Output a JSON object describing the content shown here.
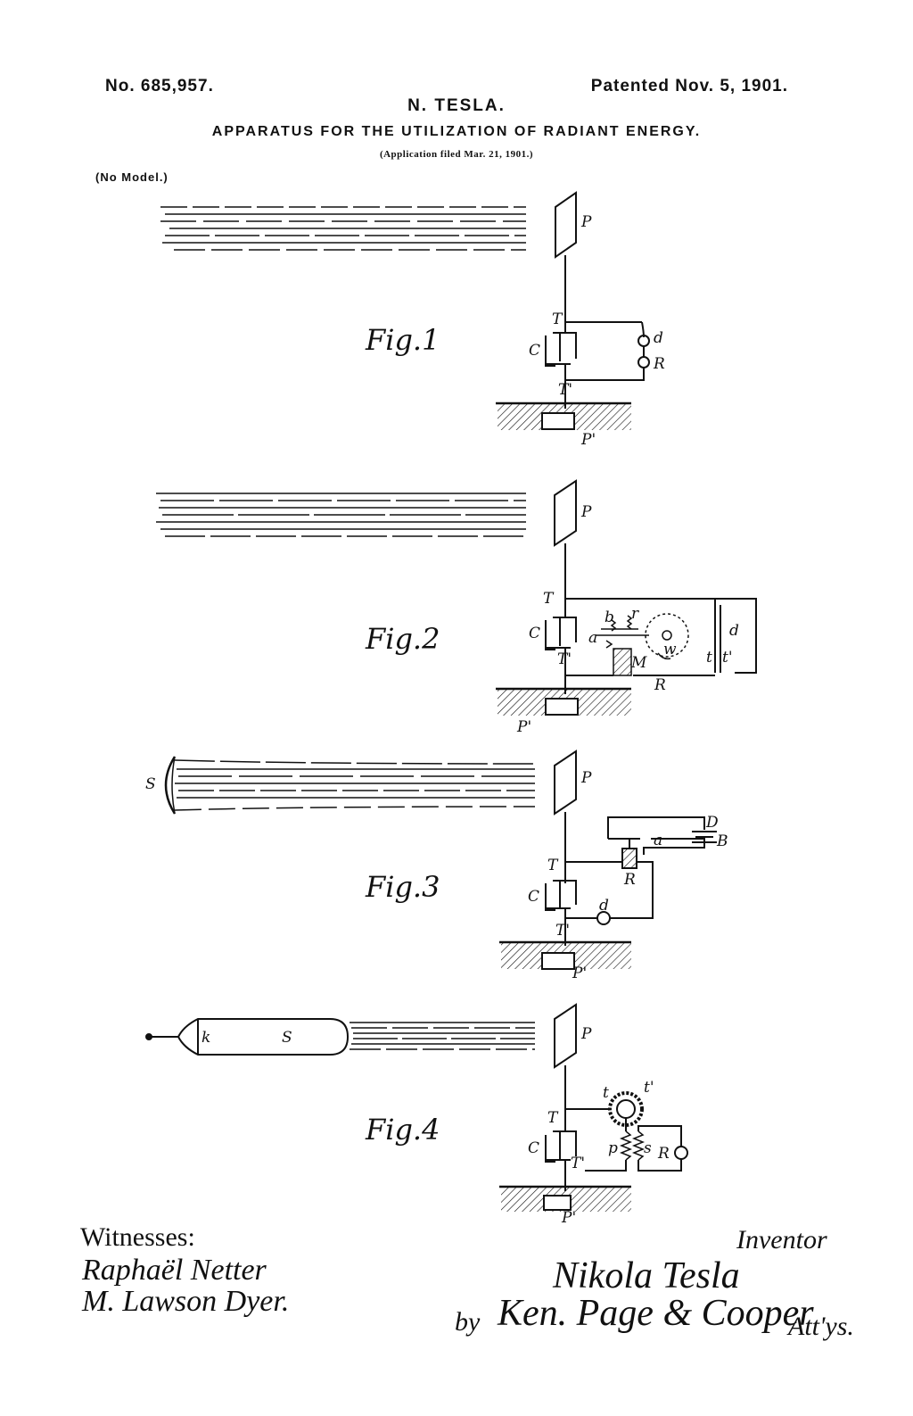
{
  "header": {
    "patent_number": "No. 685,957.",
    "patent_date": "Patented Nov. 5, 1901.",
    "inventor_name": "N. TESLA.",
    "title": "APPARATUS FOR THE UTILIZATION OF RADIANT ENERGY.",
    "application": "(Application filed Mar. 21, 1901.)",
    "model_note": "(No Model.)"
  },
  "figures": {
    "fig1": {
      "label": "Fig.1",
      "parts": {
        "P": "P",
        "T": "T",
        "C": "C",
        "d": "d",
        "R": "R",
        "T2": "T'",
        "P2": "P'"
      }
    },
    "fig2": {
      "label": "Fig.2",
      "parts": {
        "P": "P",
        "T": "T",
        "C": "C",
        "a": "a",
        "b": "b",
        "r": "r",
        "w": "w",
        "M": "M",
        "T2": "T'",
        "R": "R",
        "P2": "P'",
        "t": "t",
        "t2": "t'",
        "d": "d"
      }
    },
    "fig3": {
      "label": "Fig.3",
      "parts": {
        "S": "S",
        "P": "P",
        "D": "D",
        "B": "B",
        "a": "a",
        "T": "T",
        "R": "R",
        "C": "C",
        "d": "d",
        "T2": "T'",
        "P2": "P'"
      }
    },
    "fig4": {
      "label": "Fig.4",
      "parts": {
        "k": "k",
        "S": "S",
        "P": "P",
        "t": "t",
        "t2": "t'",
        "T": "T",
        "C": "C",
        "p": "p",
        "s": "s",
        "R": "R",
        "T2": "T'",
        "P2": "P'"
      }
    }
  },
  "footer": {
    "witnesses_label": "Witnesses:",
    "inventor_label": "Inventor",
    "witness_signature_1": "Raphaël Netter",
    "witness_signature_2": "M. Lawson Dyer.",
    "inventor_signature": "Nikola Tesla",
    "by_label": "by",
    "attorney_signature": "Ken. Page & Cooper",
    "attorneys_label": "Att'ys."
  }
}
